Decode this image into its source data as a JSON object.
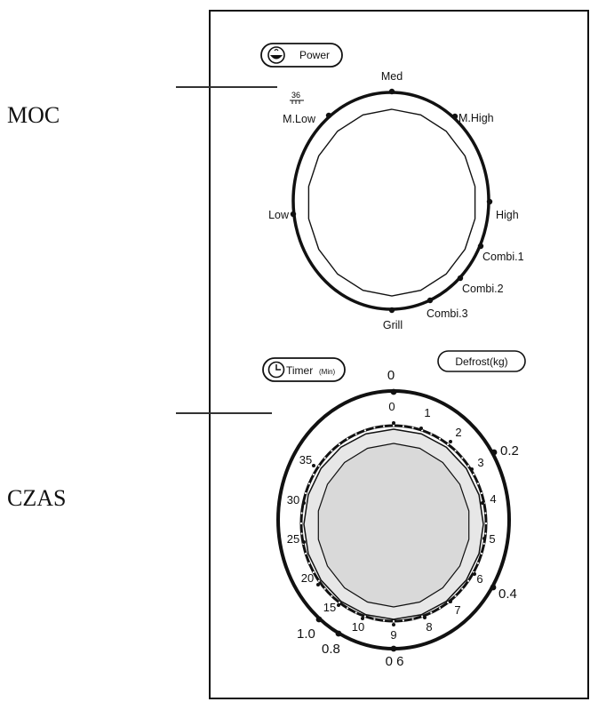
{
  "labels": {
    "power_side": "MOC",
    "time_side": "CZAS"
  },
  "power_button": {
    "label": "Power"
  },
  "timer_button": {
    "label": "Timer",
    "unit": "(Min)"
  },
  "defrost_button": {
    "label": "Defrost(kg)"
  },
  "power_dial": {
    "small_icon_text": "36",
    "settings": [
      {
        "id": "med",
        "label": "Med"
      },
      {
        "id": "mhigh",
        "label": "M.High"
      },
      {
        "id": "high",
        "label": "High"
      },
      {
        "id": "combi1",
        "label": "Combi.1"
      },
      {
        "id": "combi2",
        "label": "Combi.2"
      },
      {
        "id": "combi3",
        "label": "Combi.3"
      },
      {
        "id": "grill",
        "label": "Grill"
      },
      {
        "id": "low",
        "label": "Low"
      },
      {
        "id": "mlow",
        "label": "M.Low"
      }
    ]
  },
  "timer_dial": {
    "top_zero": "0",
    "minute_marks": [
      "0",
      "1",
      "2",
      "3",
      "4",
      "5",
      "6",
      "7",
      "8",
      "9",
      "10",
      "15",
      "20",
      "25",
      "30",
      "35"
    ],
    "defrost_marks": [
      "0.2",
      "0.4",
      "0 6",
      "0.8",
      "1.0"
    ]
  }
}
